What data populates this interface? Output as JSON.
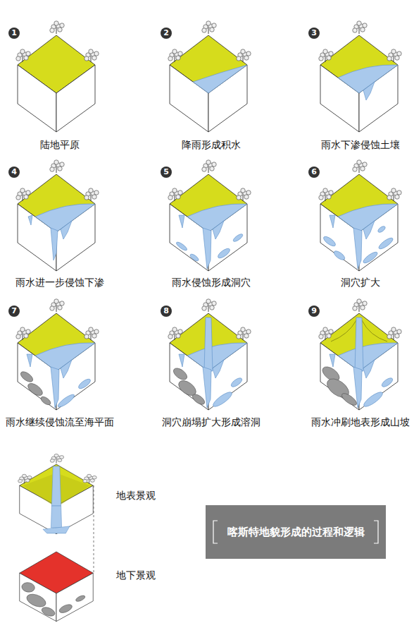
{
  "diagram": {
    "nodes": [
      {
        "text": [
          "喀斯特地貌形成的过程和逻辑"
        ]
      }
    ],
    "labels": [
      "1",
      "陆地平原",
      "2",
      "降雨形成积水",
      "3",
      "雨水下渗侵蚀土壤",
      "4",
      "雨水进一步侵蚀下渗",
      "5",
      "雨水侵蚀形成洞穴",
      "6",
      "洞穴扩大",
      "7",
      "雨水继续侵蚀流至海平面",
      "8",
      "洞穴崩塌扩大形成溶洞",
      "9",
      "雨水冲刷地表形成山坡",
      "地表景观",
      "地下景观"
    ]
  }
}
